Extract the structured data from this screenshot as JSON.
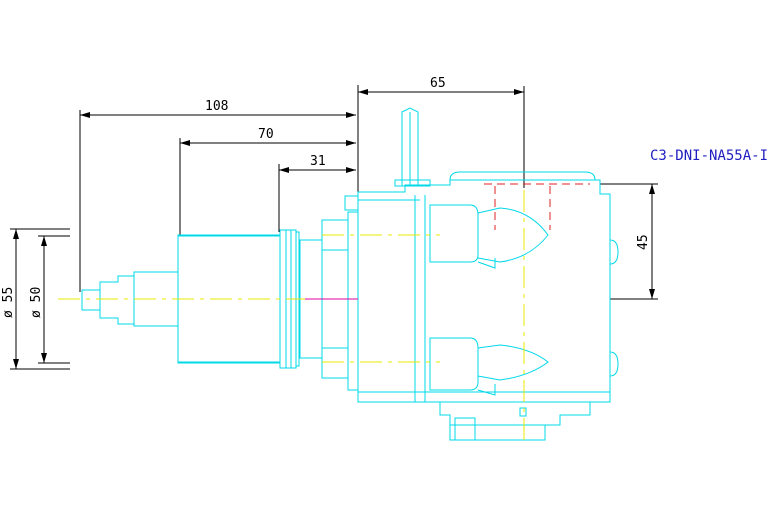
{
  "colors": {
    "outline": "#00d8e8",
    "dimension": "#000000",
    "centerline": "#e8e800",
    "hidden": "#e02020",
    "axis": "#e000a0",
    "label": "#2020c0"
  },
  "dimensions": {
    "d108": "108",
    "d70": "70",
    "d31": "31",
    "d65": "65",
    "d45": "45",
    "dia55": "ø 55",
    "dia50": "ø 50"
  },
  "part_label": "C3-DNI-NA55A-I"
}
